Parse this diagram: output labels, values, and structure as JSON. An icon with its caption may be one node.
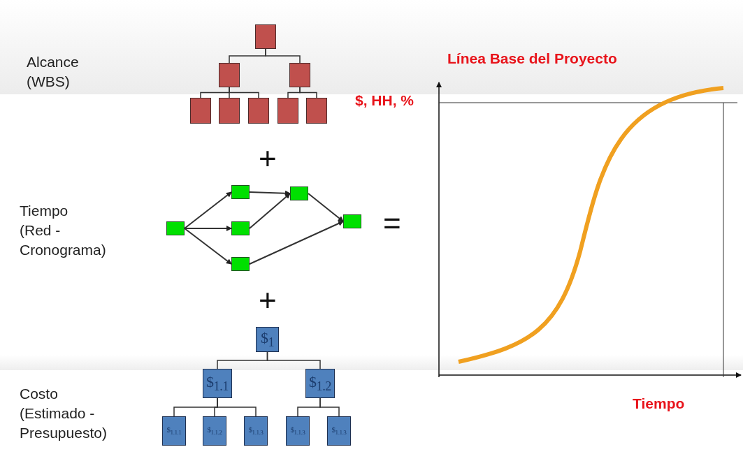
{
  "diagram": {
    "title": "Línea Base del Proyecto",
    "nodes": [
      {
        "text": [],
        "shape": "box"
      },
      {
        "text": [],
        "shape": "box"
      },
      {
        "text": [],
        "shape": "box"
      },
      {
        "text": [],
        "shape": "box"
      },
      {
        "text": [],
        "shape": "box"
      },
      {
        "text": [],
        "shape": "box"
      },
      {
        "text": [],
        "shape": "box"
      },
      {
        "text": [],
        "shape": "box"
      },
      {
        "text": [],
        "shape": "box"
      },
      {
        "text": [],
        "shape": "box"
      },
      {
        "text": [],
        "shape": "box"
      },
      {
        "text": [],
        "shape": "box"
      },
      {
        "text": [],
        "shape": "box"
      },
      {
        "text": [],
        "shape": "box"
      },
      {
        "text": [
          "$$_{1}$"
        ]
      },
      {
        "text": [
          "$$_{1.1}$"
        ]
      },
      {
        "text": [
          "$$_{1.2}$"
        ]
      },
      {
        "text": [
          "$$_{1.1.1}$"
        ]
      },
      {
        "text": [
          "$$_{1.1.2}$"
        ]
      },
      {
        "text": [
          "$$_{1.1.3}$"
        ]
      },
      {
        "text": [
          "$$_{1.1.3}$"
        ]
      },
      {
        "text": [
          "$$_{1.1.3}$"
        ]
      }
    ],
    "edges": [
      {
        "from": 0,
        "to": 1,
        "arrow": "none"
      },
      {
        "from": 0,
        "to": 2,
        "arrow": "none"
      },
      {
        "from": 1,
        "to": 3,
        "arrow": "none"
      },
      {
        "from": 1,
        "to": 4,
        "arrow": "none"
      },
      {
        "from": 1,
        "to": 5,
        "arrow": "none"
      },
      {
        "from": 2,
        "to": 6,
        "arrow": "none"
      },
      {
        "from": 2,
        "to": 7,
        "arrow": "none"
      },
      {
        "from": 8,
        "to": 9,
        "arrow": "to"
      },
      {
        "from": 8,
        "to": 10,
        "arrow": "to"
      },
      {
        "from": 8,
        "to": 11,
        "arrow": "to"
      },
      {
        "from": 9,
        "to": 12,
        "arrow": "to"
      },
      {
        "from": 10,
        "to": 12,
        "arrow": "to"
      },
      {
        "from": 12,
        "to": 13,
        "arrow": "to"
      },
      {
        "from": 11,
        "to": 13,
        "arrow": "to"
      },
      {
        "from": 14,
        "to": 15,
        "arrow": "none"
      },
      {
        "from": 14,
        "to": 16,
        "arrow": "none"
      },
      {
        "from": 15,
        "to": 17,
        "arrow": "none"
      },
      {
        "from": 15,
        "to": 18,
        "arrow": "none"
      },
      {
        "from": 15,
        "to": 19,
        "arrow": "none"
      },
      {
        "from": 16,
        "to": 20,
        "arrow": "none"
      },
      {
        "from": 16,
        "to": 21,
        "arrow": "none"
      }
    ],
    "labels": [
      "Alcance (WBS)",
      "$, HH, %",
      "+",
      "Tiempo (Red - Cronograma)",
      "=",
      "+",
      "Costo (Estimado - Presupuesto)",
      "Tiempo"
    ]
  }
}
